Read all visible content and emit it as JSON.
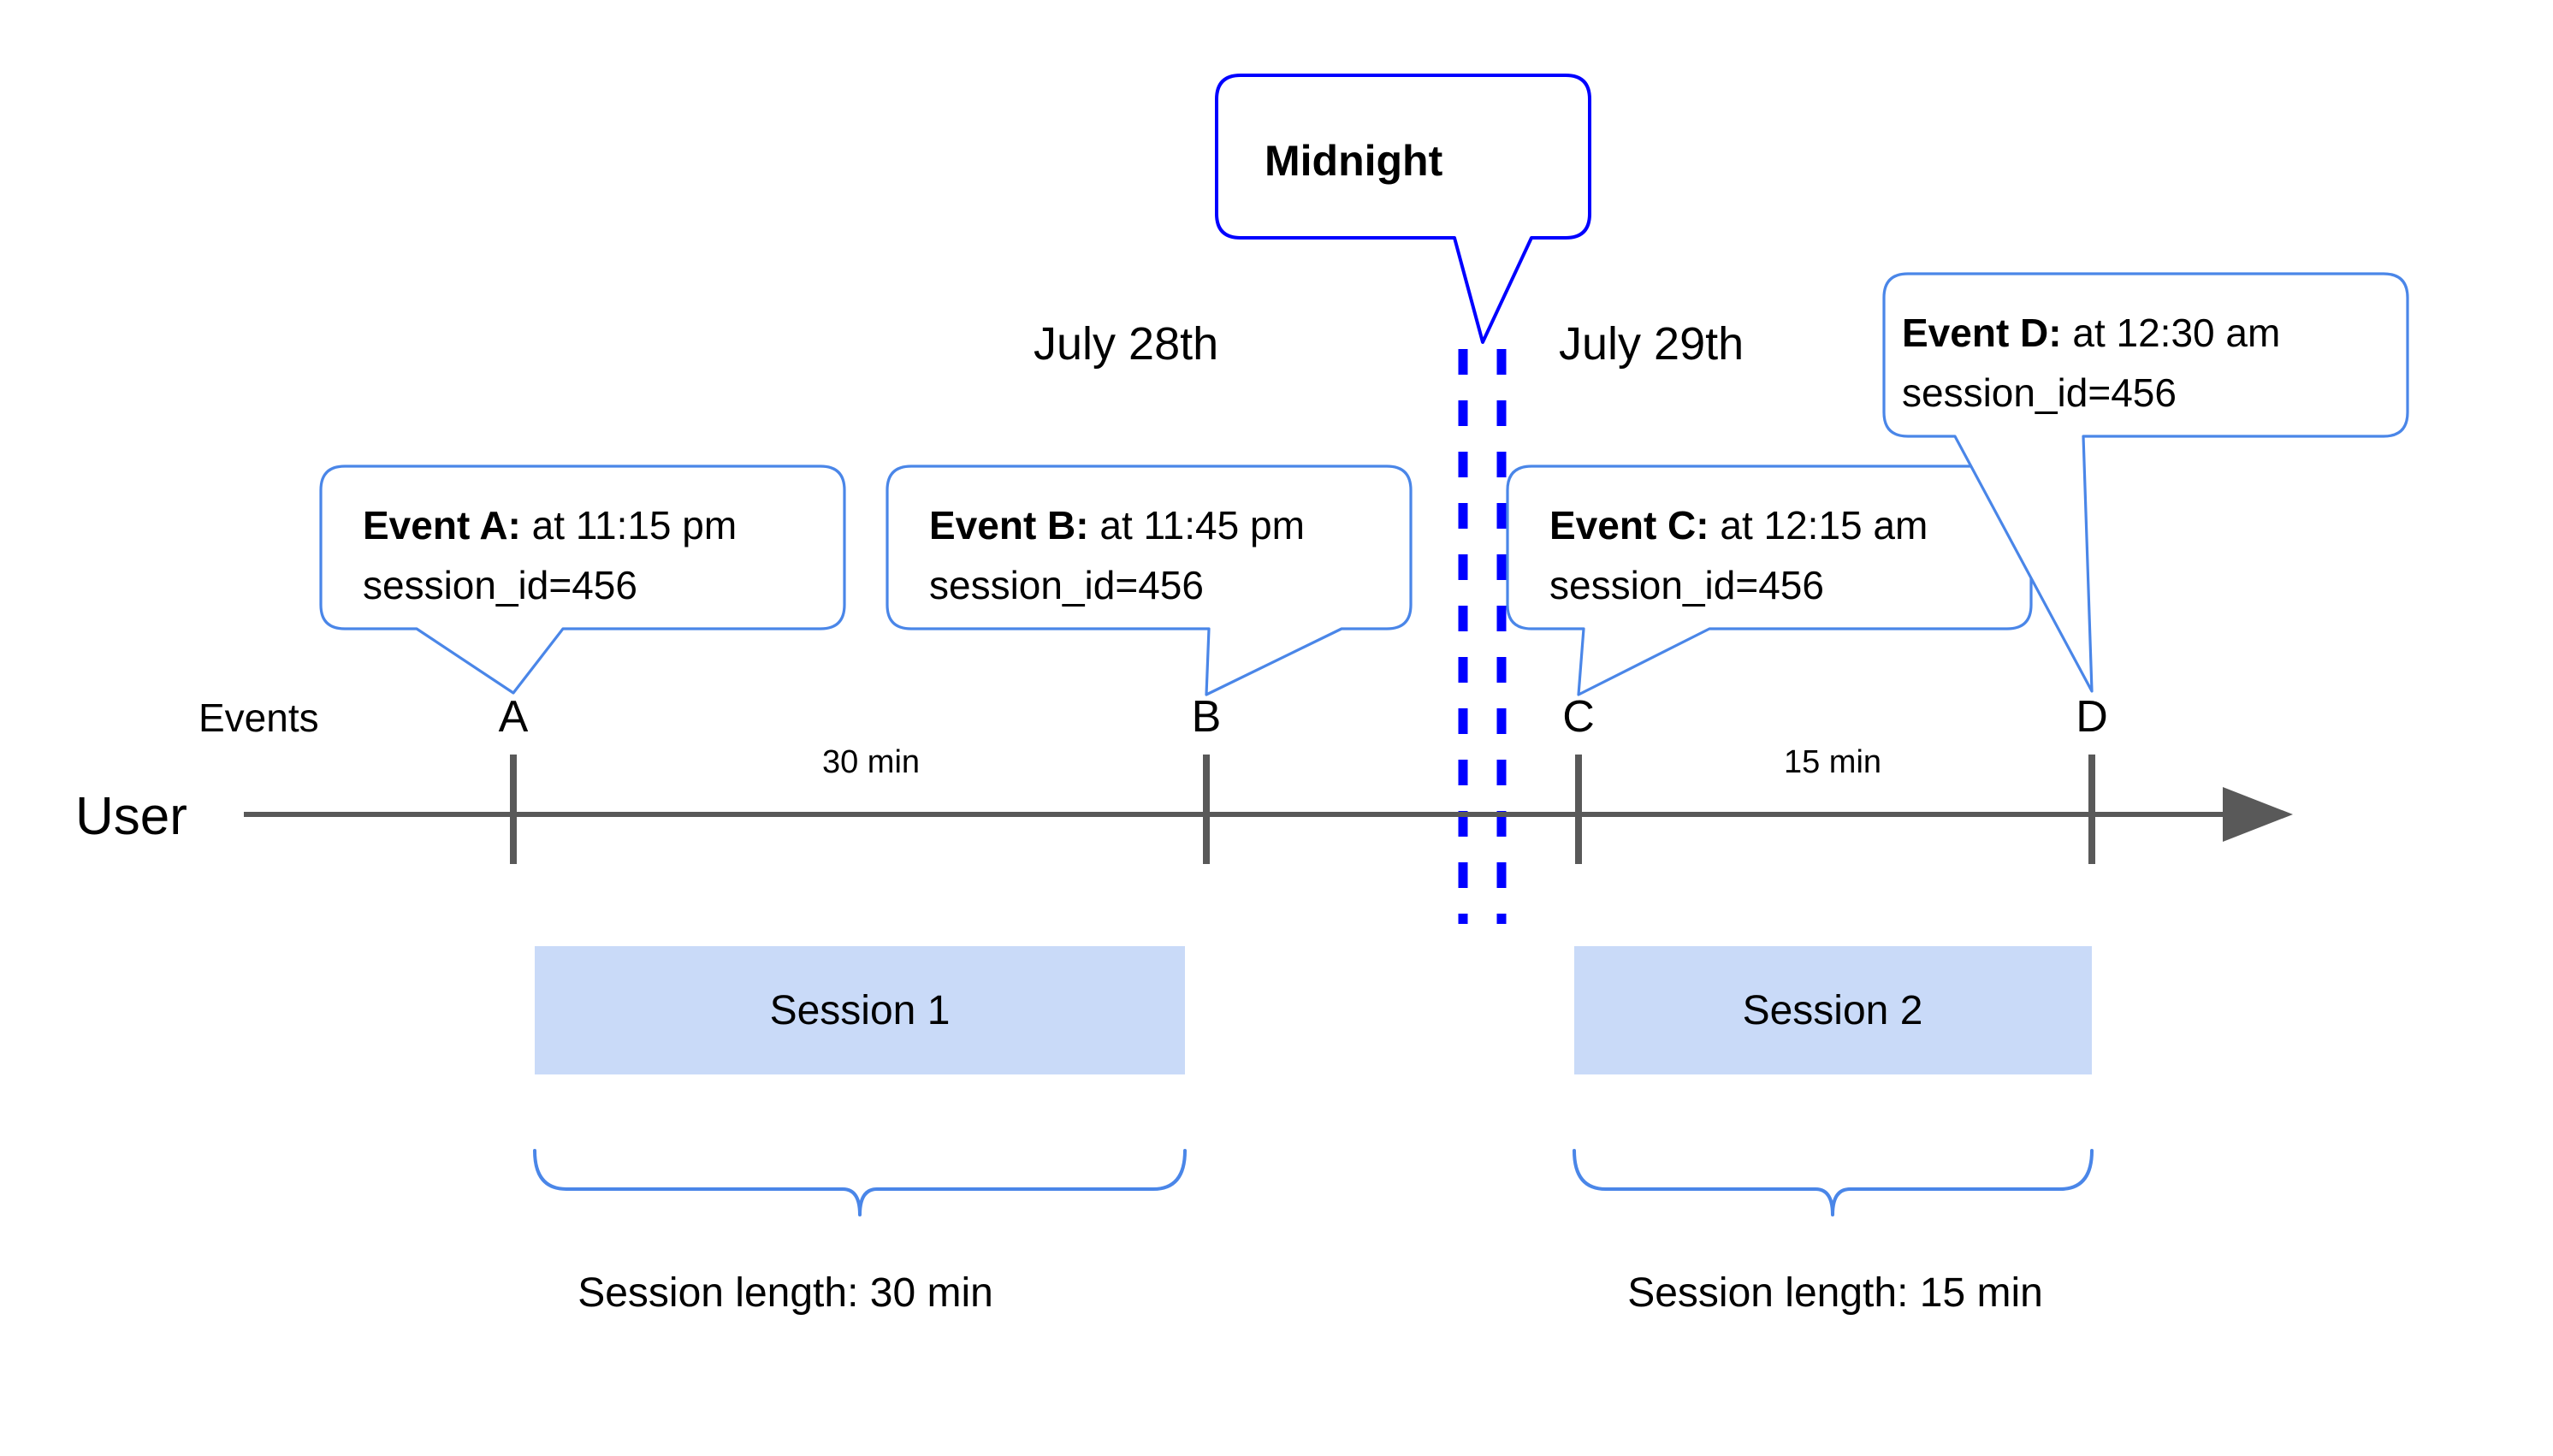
{
  "diagram": {
    "title": "User session timeline across midnight",
    "colors": {
      "callout_border": "#4a86e8",
      "midnight_border": "#0000ff",
      "midnight_dash": "#0000ff",
      "axis": "#595959",
      "session_bar_fill": "#c9daf8",
      "text": "#000000",
      "background": "#ffffff"
    }
  },
  "midnight_callout": {
    "label": "Midnight"
  },
  "dates": {
    "left": "July 28th",
    "right": "July 29th"
  },
  "axis": {
    "row_label": "User",
    "events_label": "Events"
  },
  "events": [
    {
      "marker": "A",
      "bold": "Event A:",
      "detail": " at 11:15 pm",
      "session_id": "session_id=456"
    },
    {
      "marker": "B",
      "bold": "Event B:",
      "detail": " at 11:45 pm",
      "session_id": "session_id=456"
    },
    {
      "marker": "C",
      "bold": "Event C:",
      "detail": " at 12:15 am",
      "session_id": "session_id=456"
    },
    {
      "marker": "D",
      "bold": "Event D:",
      "detail": " at 12:30 am",
      "session_id": "session_id=456"
    }
  ],
  "durations": [
    {
      "label": "30 min"
    },
    {
      "label": "15 min"
    }
  ],
  "sessions": [
    {
      "name": "Session 1",
      "length_label": "Session length: 30 min"
    },
    {
      "name": "Session 2",
      "length_label": "Session length: 15 min"
    }
  ],
  "chart_data": {
    "type": "timeline",
    "title": "User session timeline across midnight",
    "axis_label": "User",
    "series_label": "Events",
    "day_boundary": "Midnight",
    "days": [
      "July 28th",
      "July 29th"
    ],
    "x": [
      {
        "marker": "A",
        "time": "11:15 pm",
        "day": "July 28th",
        "session_id": "456",
        "px": 600
      },
      {
        "marker": "B",
        "time": "11:45 pm",
        "day": "July 28th",
        "session_id": "456",
        "px": 1410
      },
      {
        "marker": "C",
        "time": "12:15 am",
        "day": "July 29th",
        "session_id": "456",
        "px": 1845
      },
      {
        "marker": "D",
        "time": "12:30 am",
        "day": "July 29th",
        "session_id": "456",
        "px": 2445
      }
    ],
    "intervals": [
      {
        "from": "A",
        "to": "B",
        "label": "30 min",
        "minutes": 30
      },
      {
        "from": "C",
        "to": "D",
        "label": "15 min",
        "minutes": 15
      }
    ],
    "sessions": [
      {
        "name": "Session 1",
        "events": [
          "A",
          "B"
        ],
        "length_label": "Session length: 30 min",
        "minutes": 30
      },
      {
        "name": "Session 2",
        "events": [
          "C",
          "D"
        ],
        "length_label": "Session length: 15 min",
        "minutes": 15
      }
    ]
  }
}
